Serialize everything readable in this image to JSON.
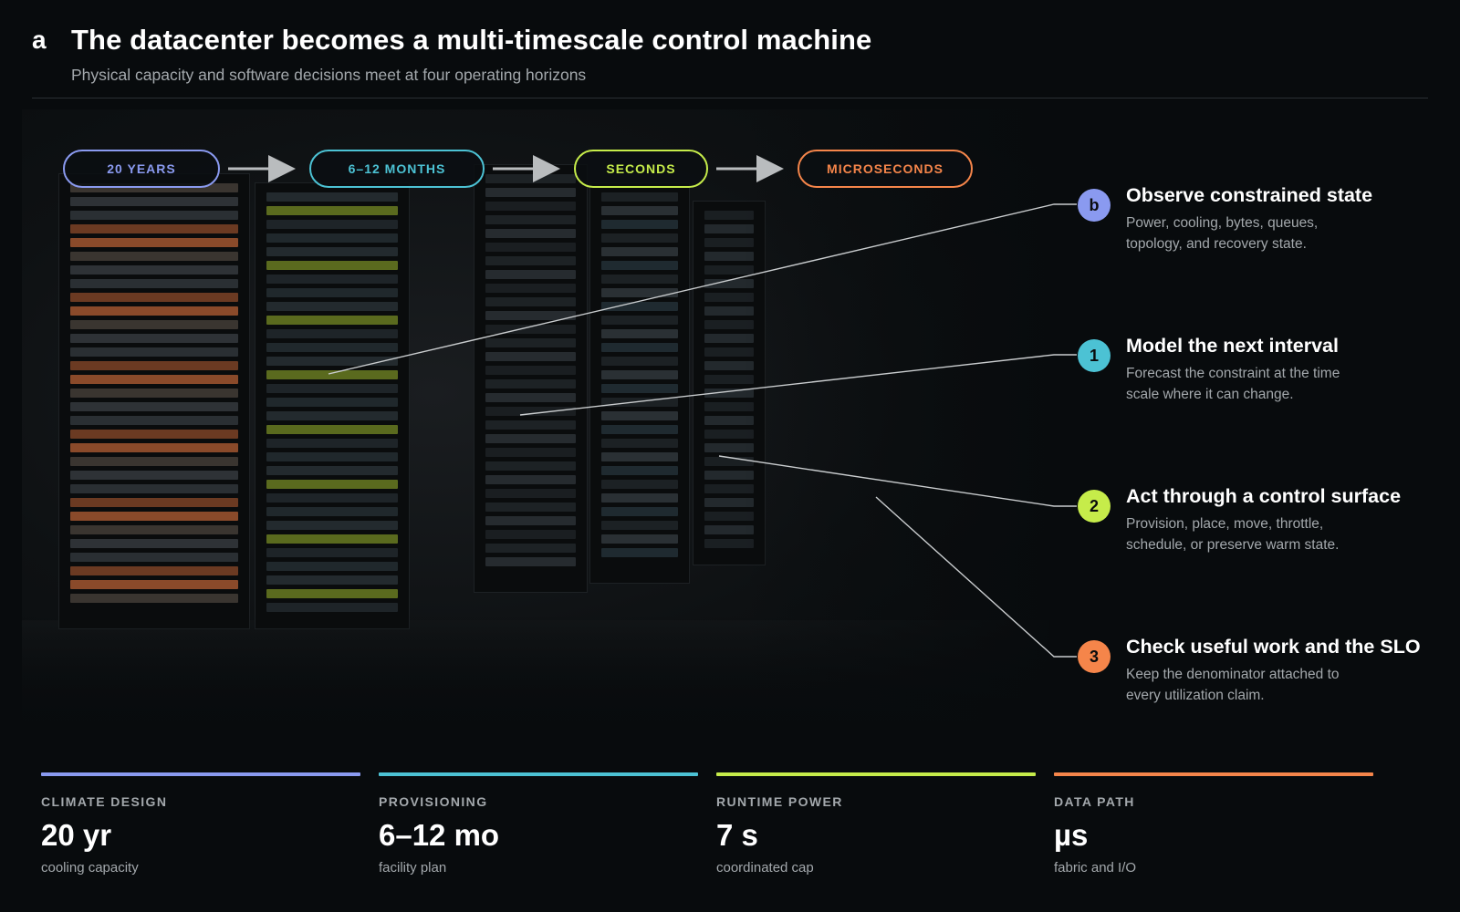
{
  "header": {
    "panel_letter": "a",
    "title": "The datacenter becomes a multi-timescale control machine",
    "subtitle": "Physical capacity and software decisions meet at four operating horizons"
  },
  "colors": {
    "climate": "#8a9af0",
    "provisioning": "#4cc2d4",
    "runtime": "#c6ec4a",
    "datapath": "#f5854a",
    "leader": "#c9ccce"
  },
  "timescales": [
    {
      "label": "20 YEARS",
      "color": "#8a9af0"
    },
    {
      "label": "6–12 MONTHS",
      "color": "#4cc2d4"
    },
    {
      "label": "SECONDS",
      "color": "#c6ec4a"
    },
    {
      "label": "MICROSECONDS",
      "color": "#f5854a"
    }
  ],
  "callouts": [
    {
      "badge": "b",
      "color": "#8a9af0",
      "title": "Observe constrained state",
      "body": "Power, cooling, bytes, queues, topology, and recovery state."
    },
    {
      "badge": "1",
      "color": "#4cc2d4",
      "title": "Model the next interval",
      "body": "Forecast the constraint at the time scale where it can change."
    },
    {
      "badge": "2",
      "color": "#c6ec4a",
      "title": "Act through a control surface",
      "body": "Provision, place, move, throttle, schedule, or preserve warm state."
    },
    {
      "badge": "3",
      "color": "#f5854a",
      "title": "Check useful work and the SLO",
      "body": "Keep the denominator attached to every utilization claim."
    }
  ],
  "metrics": [
    {
      "label": "CLIMATE DESIGN",
      "value": "20 yr",
      "sub": "cooling capacity",
      "color": "#8a9af0"
    },
    {
      "label": "PROVISIONING",
      "value": "6–12 mo",
      "sub": "facility plan",
      "color": "#4cc2d4"
    },
    {
      "label": "RUNTIME POWER",
      "value": "7 s",
      "sub": "coordinated cap",
      "color": "#c6ec4a"
    },
    {
      "label": "DATA PATH",
      "value": "µs",
      "sub": "fabric and I/O",
      "color": "#f5854a"
    }
  ]
}
